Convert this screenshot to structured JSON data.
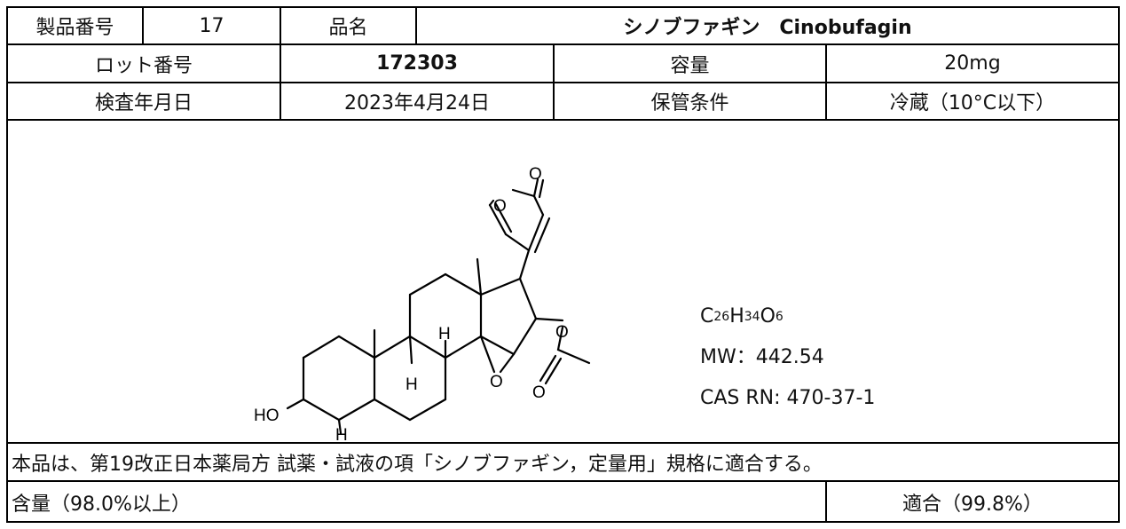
{
  "row1": {
    "product_no_label": "製品番号",
    "product_no": "17",
    "name_label": "品名",
    "name": "シノブファギン　Cinobufagin"
  },
  "row2": {
    "lot_label": "ロット番号",
    "lot": "172303",
    "amount_label": "容量",
    "amount": "20mg"
  },
  "row3": {
    "test_date_label": "検査年月日",
    "test_date": "2023年4月24日",
    "storage_label": "保管条件",
    "storage": "冷蔵（10°C以下）"
  },
  "structure": {
    "labels": {
      "ho": "HO",
      "h_top": "H",
      "h_mid": "H",
      "h_bottom": "H",
      "o_epoxide": "O",
      "o_ring": "O",
      "o_carbonyl_top": "O",
      "o_ester": "O",
      "o_acetyl": "O"
    },
    "formula": {
      "c": "C",
      "c_n": "26",
      "h": "H",
      "h_n": "34",
      "o": "O",
      "o_n": "6"
    },
    "mw": "MW：442.54",
    "cas": "CAS RN: 470-37-1"
  },
  "statement": "本品は、第19改正日本薬局方 試薬・試液の項「シノブファギン，定量用」規格に適合する。",
  "result": {
    "item": "含量（98.0%以上）",
    "value": "適合（99.8%）"
  }
}
